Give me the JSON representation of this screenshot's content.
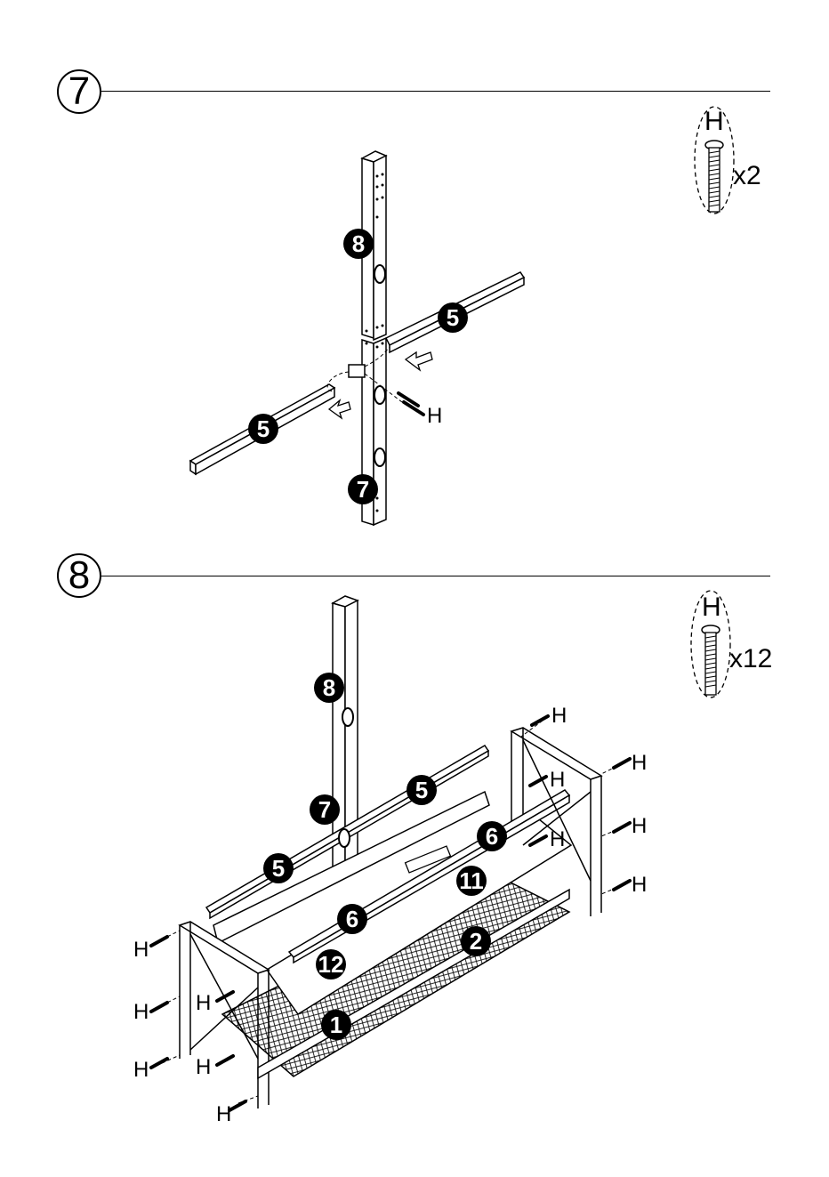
{
  "steps": [
    {
      "number": "7",
      "hardware": {
        "letter": "H",
        "qty": "x2"
      },
      "parts": [
        "8",
        "5",
        "5",
        "7"
      ],
      "screw_label": "H"
    },
    {
      "number": "8",
      "hardware": {
        "letter": "H",
        "qty": "x12"
      },
      "parts": [
        "8",
        "5",
        "7",
        "5",
        "6",
        "11",
        "6",
        "12",
        "2",
        "1"
      ],
      "screw_label": "H"
    }
  ]
}
